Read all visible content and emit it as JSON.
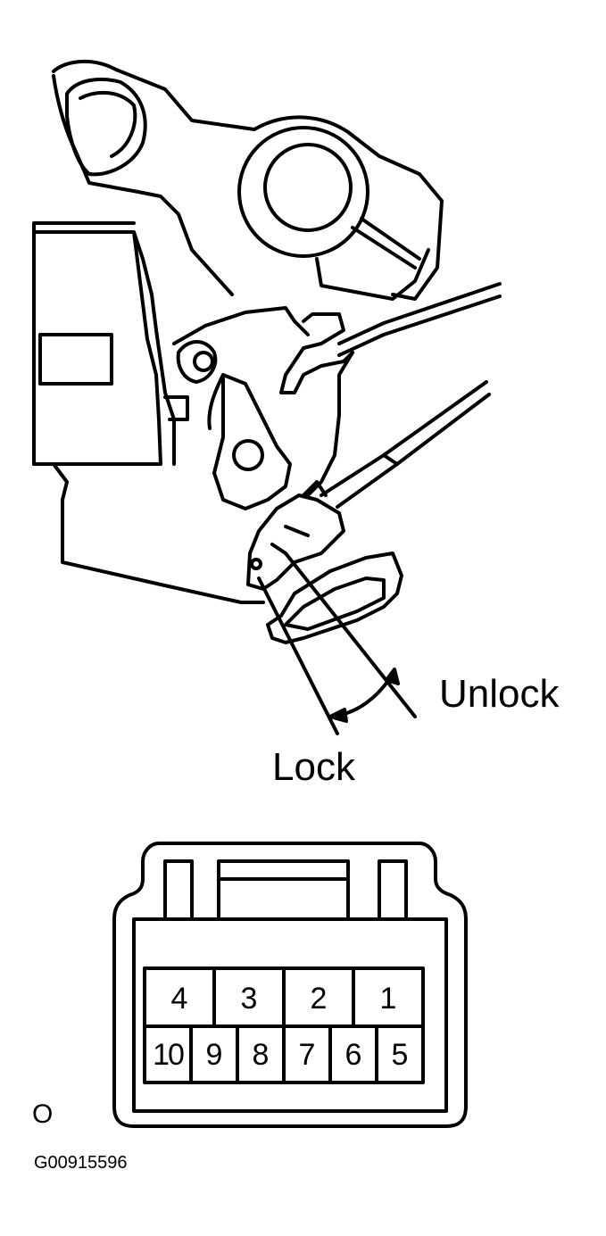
{
  "labels": {
    "unlock": "Unlock",
    "lock": "Lock",
    "corner_mark": "O",
    "figure_code": "G00915596"
  },
  "connector": {
    "top_row": [
      "4",
      "3",
      "2",
      "1"
    ],
    "bottom_row": [
      "10",
      "9",
      "8",
      "7",
      "6",
      "5"
    ]
  },
  "colors": {
    "line": "#000000",
    "background": "#ffffff"
  }
}
